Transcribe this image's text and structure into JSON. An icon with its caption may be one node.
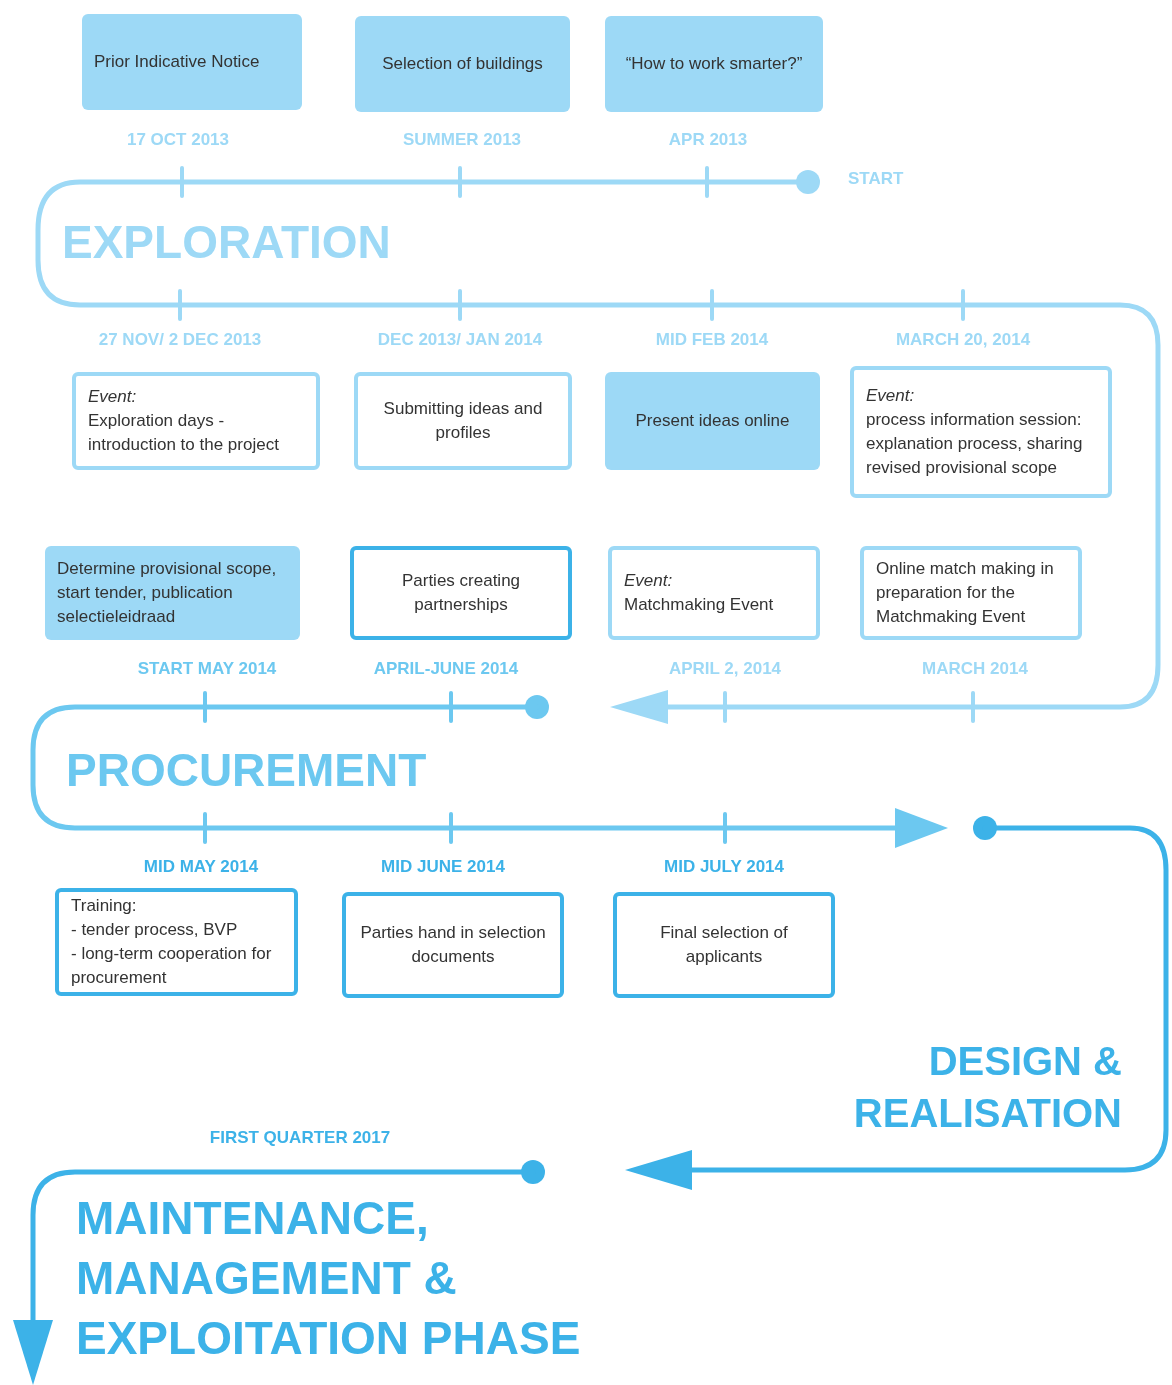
{
  "diagram": {
    "nodes": [
      {
        "text": [
          "Prior Indicative Notice"
        ],
        "beside": [
          "17 OCT 2013"
        ]
      },
      {
        "text": [
          "Selection of buildings"
        ],
        "beside": [
          "SUMMER 2013"
        ]
      },
      {
        "text": [
          "“How to work smarter?”"
        ],
        "beside": [
          "APR 2013"
        ]
      },
      {
        "text": [
          "Event:",
          "Exploration days - introduction to the project"
        ],
        "beside": [
          "27 NOV/ 2 DEC 2013"
        ]
      },
      {
        "text": [
          "Submitting ideas and profiles"
        ],
        "beside": [
          "DEC 2013/ JAN 2014"
        ]
      },
      {
        "text": [
          "Present ideas online"
        ],
        "beside": [
          "MID FEB 2014"
        ]
      },
      {
        "text": [
          "Event:",
          "process information session: explanation process, sharing revised provisional scope"
        ],
        "beside": [
          "MARCH 20, 2014"
        ]
      },
      {
        "text": [
          "Determine provisional scope, start tender, publication selectieleidraad"
        ],
        "beside": [
          "START MAY 2014"
        ]
      },
      {
        "text": [
          "Parties creating partnerships"
        ],
        "beside": [
          "APRIL-JUNE 2014"
        ]
      },
      {
        "text": [
          "Event:",
          "Matchmaking Event"
        ],
        "beside": [
          "APRIL 2, 2014"
        ]
      },
      {
        "text": [
          "Online match making in preparation for the Matchmaking Event"
        ],
        "beside": [
          "MARCH 2014"
        ]
      },
      {
        "text": [
          "Training:",
          "- tender process, BVP",
          "- long-term cooperation for procurement"
        ],
        "beside": [
          "MID MAY 2014"
        ]
      },
      {
        "text": [
          "Parties hand in selection documents"
        ],
        "beside": [
          "MID JUNE 2014"
        ]
      },
      {
        "text": [
          "Final selection of applicants"
        ],
        "beside": [
          "MID JULY 2014"
        ]
      }
    ],
    "edges": [],
    "labels": [
      "START",
      "EXPLORATION",
      "PROCUREMENT",
      "DESIGN & REALISATION",
      "FIRST QUARTER 2017",
      "MAINTENANCE, MANAGEMENT & EXPLOITATION PHASE"
    ]
  }
}
